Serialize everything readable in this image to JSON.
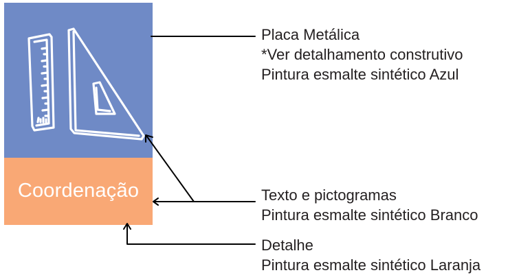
{
  "colors": {
    "plate_blue": "#6f8ac6",
    "plate_orange": "#f9a875",
    "plate_text": "#ffffff",
    "callout_text": "#231f20",
    "leader_line": "#000000"
  },
  "plate": {
    "icon": "ruler-and-set-square-pictogram",
    "label": "Coordenação"
  },
  "callouts": {
    "plate": {
      "line1": "Placa Metálica",
      "line2": "*Ver detalhamento construtivo",
      "line3": "Pintura esmalte sintético Azul"
    },
    "text": {
      "line1": "Texto e pictogramas",
      "line2": "Pintura esmalte sintético Branco"
    },
    "detail": {
      "line1": "Detalhe",
      "line2": "Pintura esmalte sintético Laranja"
    }
  }
}
